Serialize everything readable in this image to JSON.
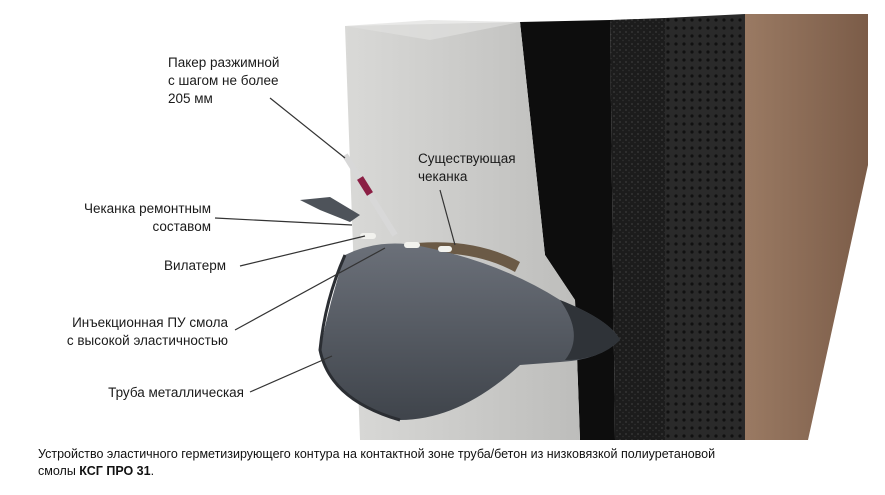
{
  "labels": {
    "packer": [
      "Пакер разжимной",
      "с шагом не более",
      "205 мм"
    ],
    "existing_caulk": [
      "Существующая",
      "чеканка"
    ],
    "repair_caulk": [
      "Чеканка ремонтным",
      "составом"
    ],
    "vilaterm": "Вилатерм",
    "resin": [
      "Инъекционная ПУ смола",
      "с высокой эластичностью"
    ],
    "pipe": "Труба металлическая"
  },
  "caption": {
    "text_line1": "Устройство эластичного герметизирующего контура на контактной зоне труба/бетон из низковязкой полиуретановой",
    "text_line2_prefix": "смолы ",
    "product": "КСГ ПРО 31",
    "text_line2_suffix": "."
  },
  "colors": {
    "concrete": "#c9c9c7",
    "concrete_dark": "#a9a9a7",
    "black_membrane": "#0d0d0d",
    "dimpled": "#262626",
    "soil": "#8a6a55",
    "pipe": "#5b6068",
    "pipe_dark": "#3e434a",
    "caulk": "#6b5a46",
    "vilaterm": "#f2f2ee",
    "packer": "#d8d8d8",
    "packer_accent": "#8b1f44",
    "leader": "#333333"
  }
}
